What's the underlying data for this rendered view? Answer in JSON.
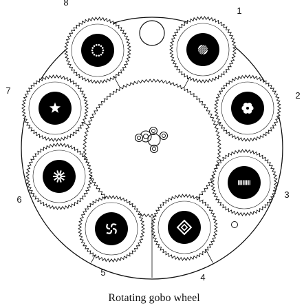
{
  "figure": {
    "caption": "Rotating gobo wheel",
    "colors": {
      "ink": "#111111",
      "background": "#ffffff",
      "gobo_disc": "#000000"
    }
  },
  "positions": [
    {
      "label": "1",
      "gobo_pattern": "striped-cluster"
    },
    {
      "label": "2",
      "gobo_pattern": "flower"
    },
    {
      "label": "3",
      "gobo_pattern": "bars"
    },
    {
      "label": "4",
      "gobo_pattern": "square-spiral"
    },
    {
      "label": "5",
      "gobo_pattern": "swirl"
    },
    {
      "label": "6",
      "gobo_pattern": "starburst"
    },
    {
      "label": "7",
      "gobo_pattern": "star"
    },
    {
      "label": "8",
      "gobo_pattern": "dotted-ring"
    }
  ],
  "open_aperture_count": 1,
  "center_hub": "four-hole-mount"
}
